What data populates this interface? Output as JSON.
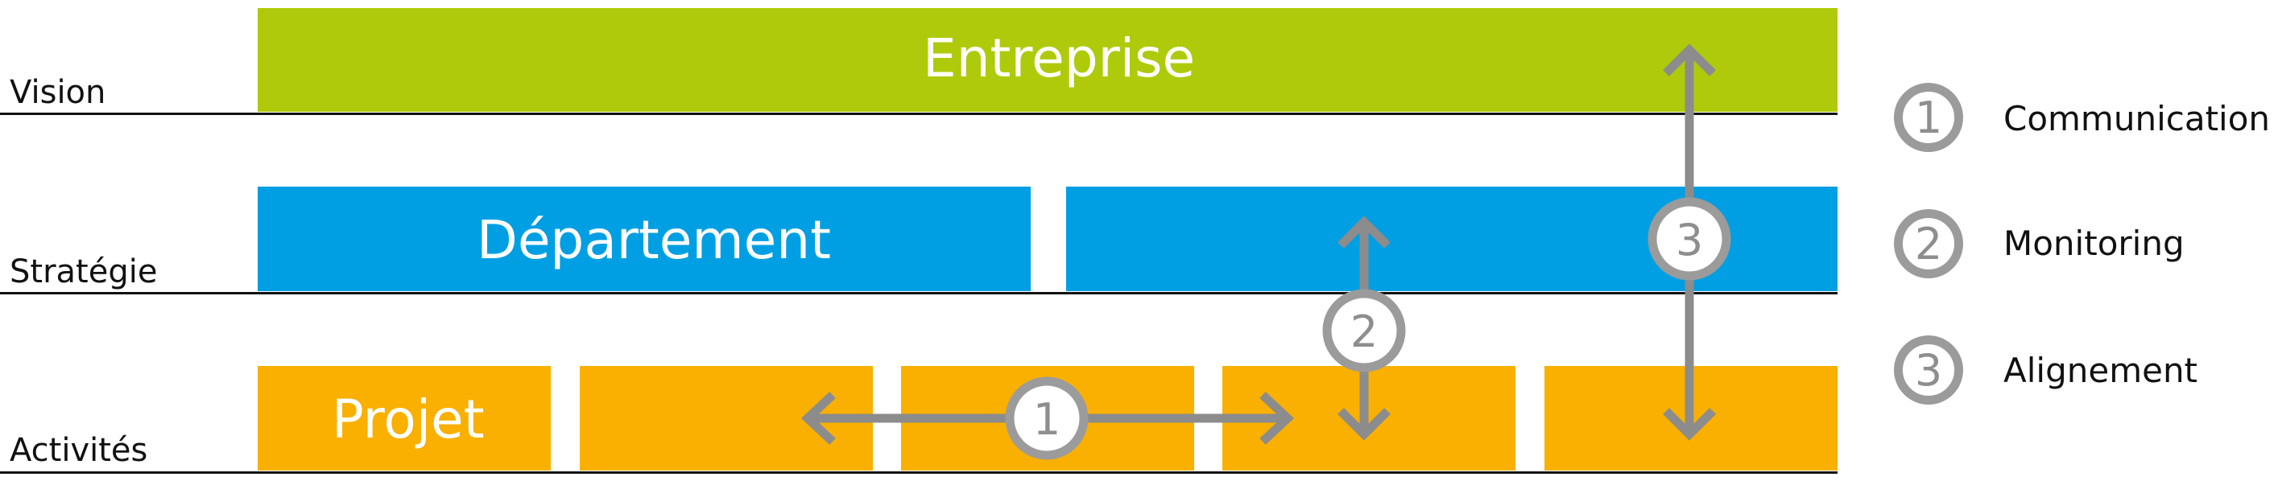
{
  "rows": [
    {
      "label": "Vision"
    },
    {
      "label": "Stratégie"
    },
    {
      "label": "Activités"
    }
  ],
  "boxes": {
    "enterprise": {
      "label": "Entreprise"
    },
    "department": {
      "label": "Département"
    },
    "project": {
      "label": "Projet"
    }
  },
  "markers": [
    "1",
    "2",
    "3"
  ],
  "legend": [
    {
      "number": "1",
      "label": "Communication"
    },
    {
      "number": "2",
      "label": "Monitoring"
    },
    {
      "number": "3",
      "label": "Alignement"
    }
  ],
  "colors": {
    "enterprise": "#afca0b",
    "department": "#009fe3",
    "project": "#f9b000",
    "arrow": "#8c8c8c",
    "circle_border": "#9b9b9b",
    "rule": "#111111"
  }
}
